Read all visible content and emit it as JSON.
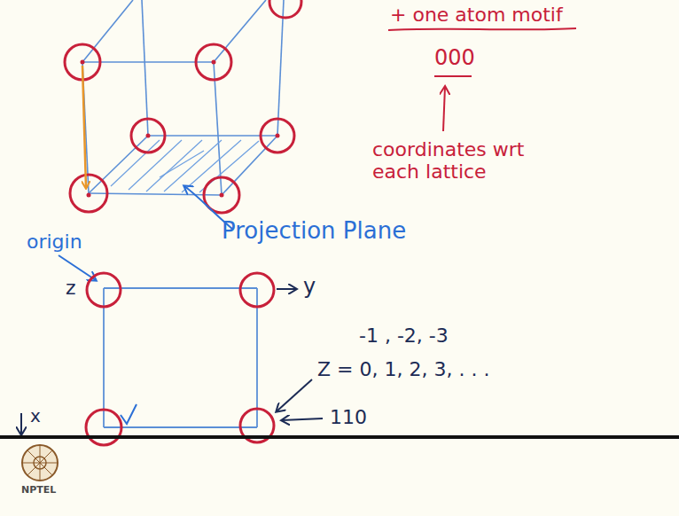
{
  "diagram": {
    "labels": [
      "+ one atom motif",
      "000",
      "coordinates wrt each lattice",
      "Projection Plane",
      "origin",
      "z",
      "y",
      "x",
      "-1 , -2, -3",
      "Z = 0, 1, 2, 3, . . .",
      "110",
      "NPTEL"
    ]
  }
}
